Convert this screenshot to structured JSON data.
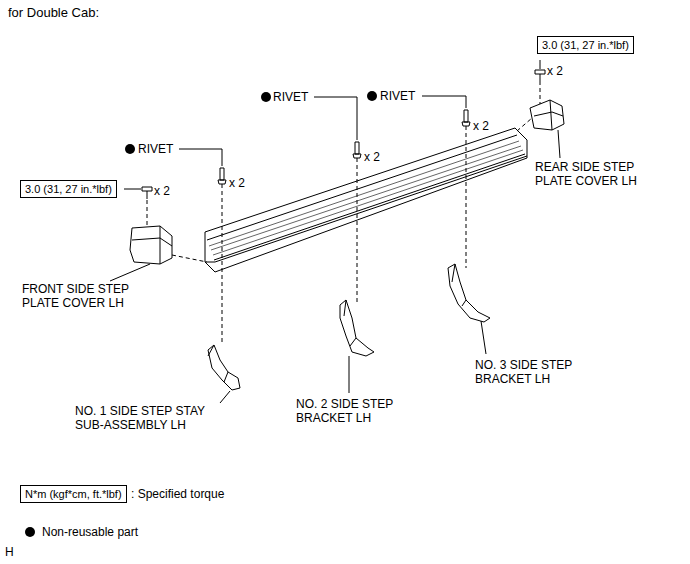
{
  "diagram": {
    "title": "for Double Cab:",
    "nodes": [
      {
        "text": [
          "3.0 (31, 27 in.*lbf)"
        ]
      },
      {
        "text": [
          "3.0 (31, 27 in.*lbf)"
        ]
      },
      {
        "text": [
          "N*m (kgf*cm, ft.*lbf)"
        ]
      }
    ],
    "labels": [
      "RIVET",
      "x 2",
      "RIVET",
      "x 2",
      "RIVET",
      "x 2",
      "x 2",
      "x 2",
      "REAR SIDE STEP PLATE COVER LH",
      "FRONT SIDE STEP PLATE COVER LH",
      "NO. 1 SIDE STEP STAY SUB-ASSEMBLY LH",
      "NO. 2 SIDE STEP BRACKET LH",
      "NO. 3 SIDE STEP BRACKET LH",
      "H"
    ],
    "legend": [
      {
        "text": ": Specified torque"
      },
      {
        "text": "Non-reusable part"
      }
    ]
  }
}
